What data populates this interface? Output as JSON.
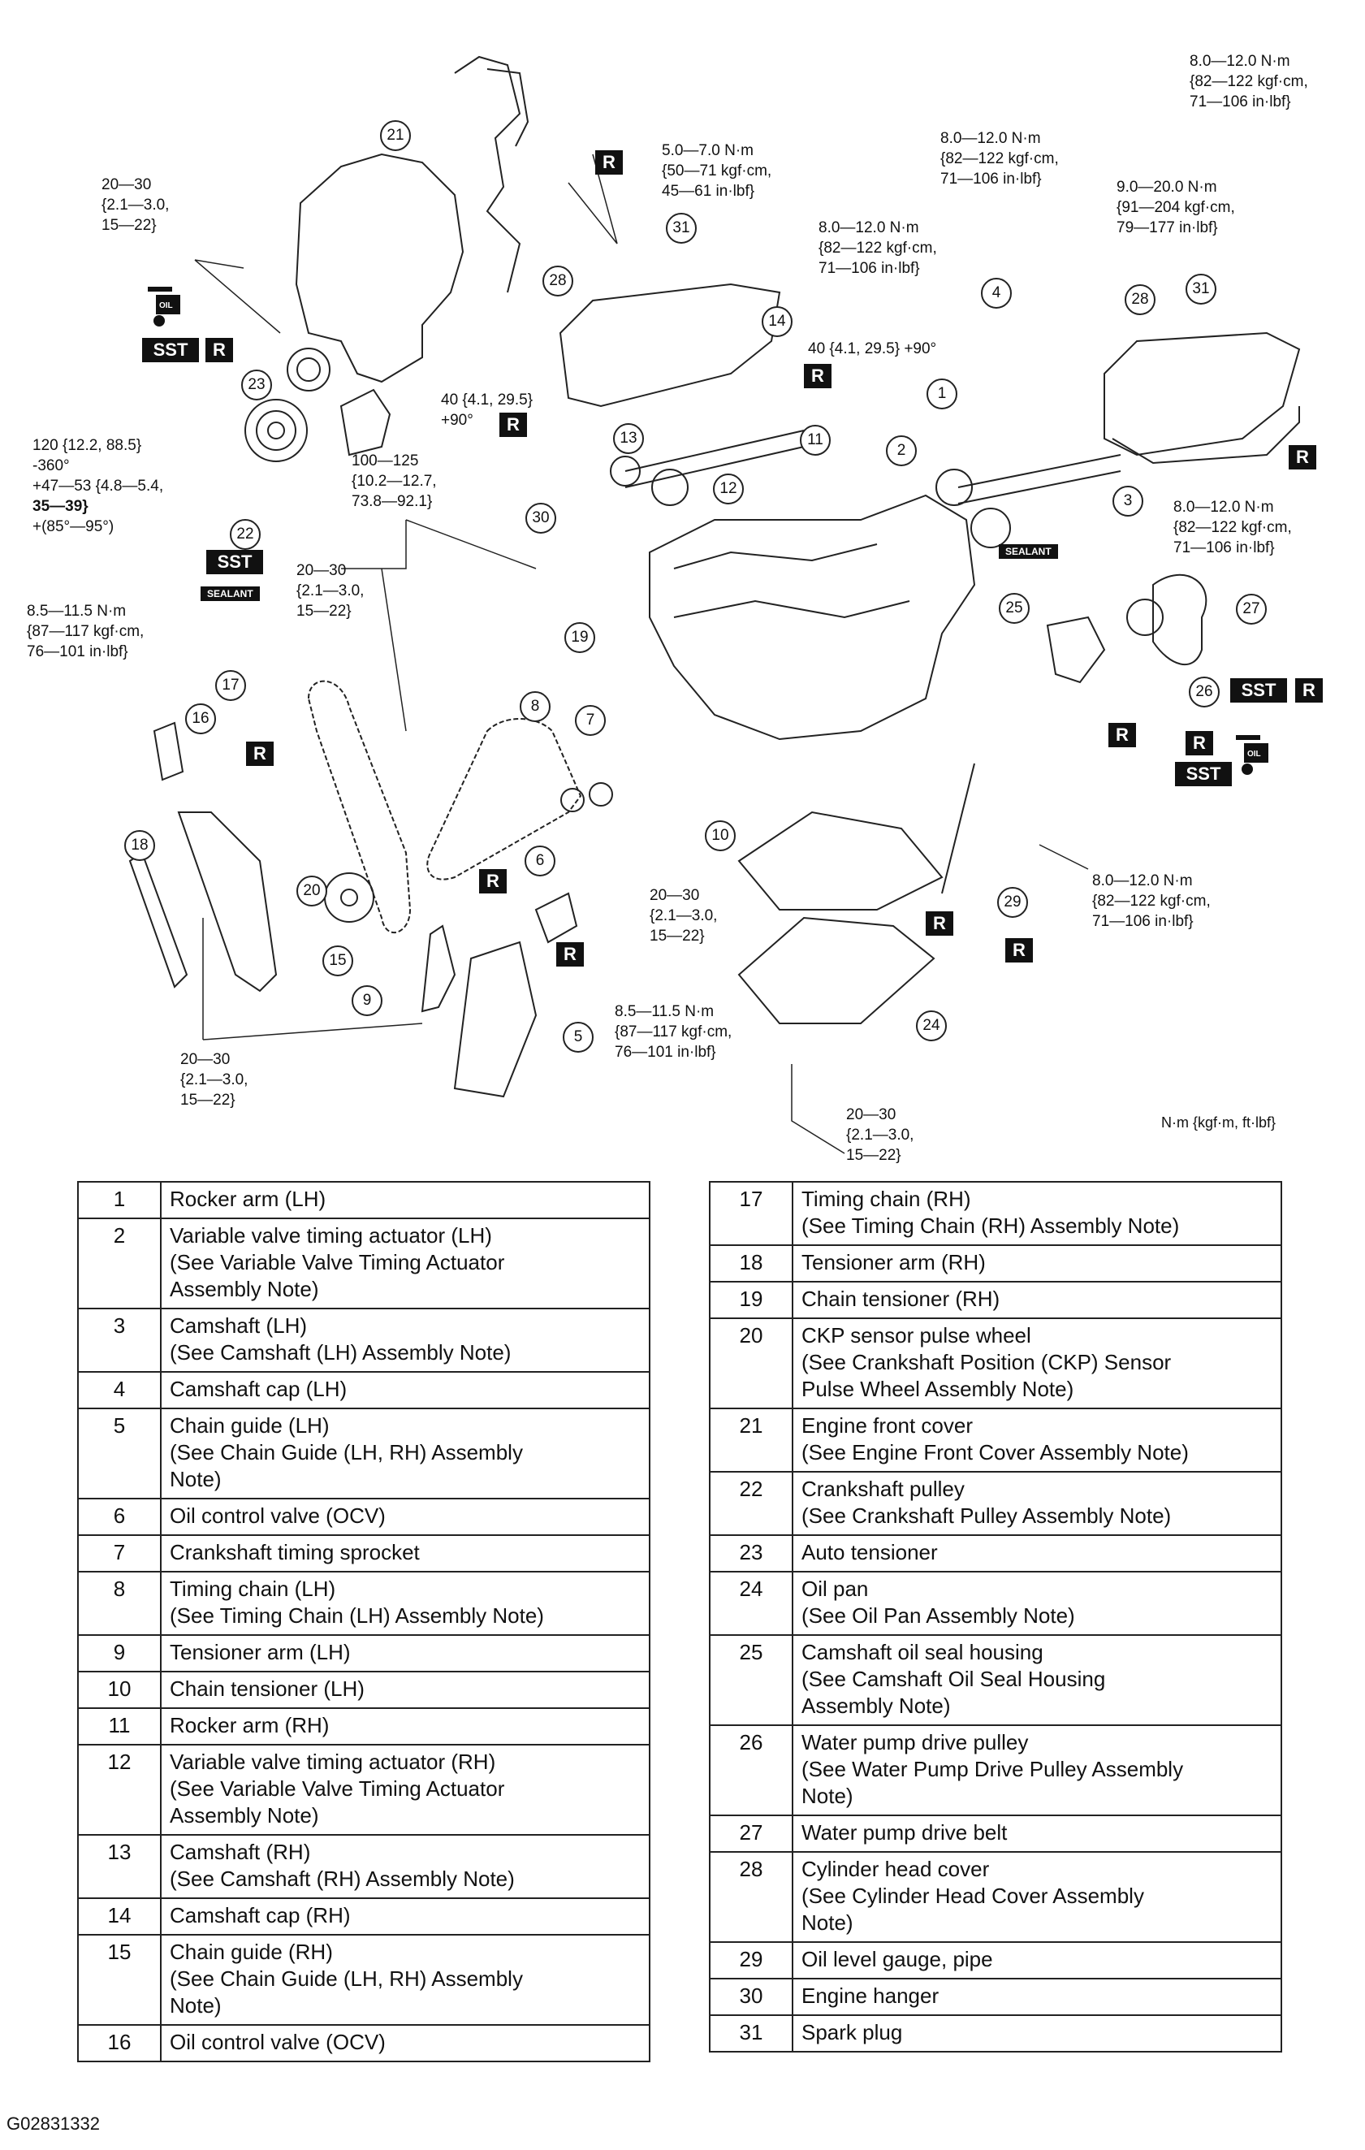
{
  "figure_code": "G02831332",
  "unit_legend": "N·m {kgf·m, ft·lbf}",
  "torque_notes": {
    "t_20_30_a": [
      "20—30",
      "{2.1—3.0,",
      "15—22}"
    ],
    "t_5_7": [
      "5.0—7.0 N·m",
      "{50—71 kgf·cm,",
      "45—61 in·lbf}"
    ],
    "t_8_12_a": [
      "8.0—12.0 N·m",
      "{82—122 kgf·cm,",
      "71—106 in·lbf}"
    ],
    "t_8_12_b": [
      "8.0—12.0 N·m",
      "{82—122 kgf·cm,",
      "71—106 in·lbf}"
    ],
    "t_8_12_c": [
      "8.0—12.0 N·m",
      "{82—122 kgf·cm,",
      "71—106 in·lbf}"
    ],
    "t_9_20": [
      "9.0—20.0 N·m",
      "{91—204 kgf·cm,",
      "79—177 in·lbf}"
    ],
    "t_40_a": [
      "40 {4.1, 29.5} +90°"
    ],
    "t_40_b": [
      "40 {4.1, 29.5}",
      "+90°"
    ],
    "t_120": [
      "120 {12.2, 88.5}",
      "-360°",
      "+47—53 {4.8—5.4,",
      "35—39}",
      "+(85°—95°)"
    ],
    "t_100_125": [
      "100—125",
      "{10.2—12.7,",
      "73.8—92.1}"
    ],
    "t_20_30_b": [
      "20—30",
      "{2.1—3.0,",
      "15—22}"
    ],
    "t_8_12_d": [
      "8.0—12.0 N·m",
      "{82—122 kgf·cm,",
      "71—106 in·lbf}"
    ],
    "t_8_5_a": [
      "8.5—11.5 N·m",
      "{87—117 kgf·cm,",
      "76—101 in·lbf}"
    ],
    "t_20_30_c": [
      "20—30",
      "{2.1—3.0,",
      "15—22}"
    ],
    "t_8_12_e": [
      "8.0—12.0 N·m",
      "{82—122 kgf·cm,",
      "71—106 in·lbf}"
    ],
    "t_8_5_b": [
      "8.5—11.5 N·m",
      "{87—117 kgf·cm,",
      "76—101 in·lbf}"
    ],
    "t_20_30_d": [
      "20—30",
      "{2.1—3.0,",
      "15—22}"
    ],
    "t_20_30_e": [
      "20—30",
      "{2.1—3.0,",
      "15—22}"
    ]
  },
  "badges": {
    "r": "R",
    "sst": "SST",
    "sealant": "SEALANT",
    "oil": "OIL"
  },
  "callouts": [
    "1",
    "2",
    "3",
    "4",
    "5",
    "6",
    "7",
    "8",
    "9",
    "10",
    "11",
    "12",
    "13",
    "14",
    "15",
    "16",
    "17",
    "18",
    "19",
    "20",
    "21",
    "22",
    "23",
    "24",
    "25",
    "26",
    "27",
    "28",
    "28",
    "29",
    "30",
    "31",
    "31"
  ],
  "parts_left": [
    {
      "num": "1",
      "lines": [
        "Rocker arm (LH)"
      ]
    },
    {
      "num": "2",
      "lines": [
        "Variable valve timing actuator (LH)",
        "(See Variable Valve Timing Actuator",
        "Assembly Note)"
      ]
    },
    {
      "num": "3",
      "lines": [
        "Camshaft (LH)",
        "(See Camshaft (LH) Assembly Note)"
      ]
    },
    {
      "num": "4",
      "lines": [
        "Camshaft cap (LH)"
      ]
    },
    {
      "num": "5",
      "lines": [
        "Chain guide (LH)",
        "(See Chain Guide (LH, RH) Assembly",
        "Note)"
      ]
    },
    {
      "num": "6",
      "lines": [
        "Oil control valve (OCV)"
      ]
    },
    {
      "num": "7",
      "lines": [
        "Crankshaft timing sprocket"
      ]
    },
    {
      "num": "8",
      "lines": [
        "Timing chain (LH)",
        "(See Timing Chain (LH) Assembly Note)"
      ]
    },
    {
      "num": "9",
      "lines": [
        "Tensioner arm (LH)"
      ]
    },
    {
      "num": "10",
      "lines": [
        "Chain tensioner (LH)"
      ]
    },
    {
      "num": "11",
      "lines": [
        "Rocker arm (RH)"
      ]
    },
    {
      "num": "12",
      "lines": [
        "Variable valve timing actuator (RH)",
        "(See Variable Valve Timing Actuator",
        "Assembly Note)"
      ]
    },
    {
      "num": "13",
      "lines": [
        "Camshaft (RH)",
        "(See Camshaft (RH) Assembly Note)"
      ]
    },
    {
      "num": "14",
      "lines": [
        "Camshaft cap (RH)"
      ]
    },
    {
      "num": "15",
      "lines": [
        "Chain guide (RH)",
        "(See Chain Guide (LH, RH) Assembly",
        "Note)"
      ]
    },
    {
      "num": "16",
      "lines": [
        "Oil control valve (OCV)"
      ]
    }
  ],
  "parts_right": [
    {
      "num": "17",
      "lines": [
        "Timing chain (RH)",
        "(See Timing Chain (RH) Assembly Note)"
      ]
    },
    {
      "num": "18",
      "lines": [
        "Tensioner arm (RH)"
      ]
    },
    {
      "num": "19",
      "lines": [
        "Chain tensioner (RH)"
      ]
    },
    {
      "num": "20",
      "lines": [
        "CKP sensor pulse wheel",
        "(See Crankshaft Position (CKP) Sensor",
        "Pulse Wheel Assembly Note)"
      ]
    },
    {
      "num": "21",
      "lines": [
        "Engine front cover",
        "(See Engine Front Cover Assembly Note)"
      ]
    },
    {
      "num": "22",
      "lines": [
        "Crankshaft pulley",
        "(See Crankshaft Pulley Assembly Note)"
      ]
    },
    {
      "num": "23",
      "lines": [
        "Auto tensioner"
      ]
    },
    {
      "num": "24",
      "lines": [
        "Oil pan",
        "(See Oil Pan Assembly Note)"
      ]
    },
    {
      "num": "25",
      "lines": [
        "Camshaft oil seal housing",
        "(See Camshaft Oil Seal Housing",
        "Assembly Note)"
      ]
    },
    {
      "num": "26",
      "lines": [
        "Water pump drive pulley",
        "(See Water Pump Drive Pulley Assembly",
        "Note)"
      ]
    },
    {
      "num": "27",
      "lines": [
        "Water pump drive belt"
      ]
    },
    {
      "num": "28",
      "lines": [
        "Cylinder head cover",
        "(See Cylinder Head Cover Assembly",
        "Note)"
      ]
    },
    {
      "num": "29",
      "lines": [
        "Oil level gauge, pipe"
      ]
    },
    {
      "num": "30",
      "lines": [
        "Engine hanger"
      ]
    },
    {
      "num": "31",
      "lines": [
        "Spark plug"
      ]
    }
  ]
}
